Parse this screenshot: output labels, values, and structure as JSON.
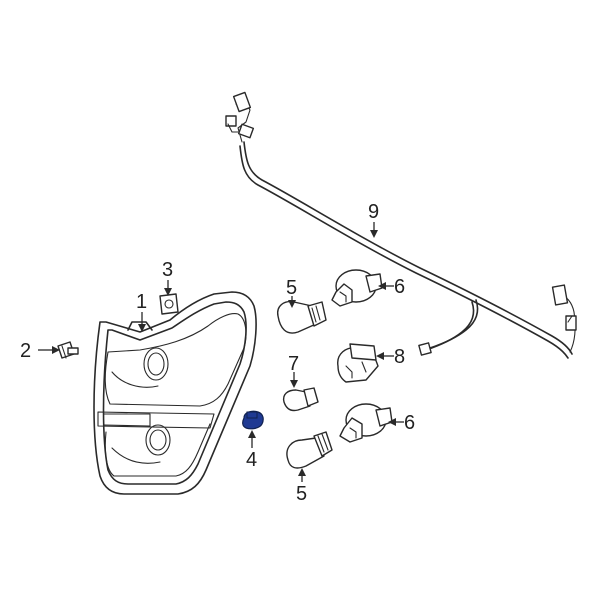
{
  "callouts": [
    {
      "id": "c1",
      "label": "1"
    },
    {
      "id": "c2",
      "label": "2"
    },
    {
      "id": "c3",
      "label": "3"
    },
    {
      "id": "c4",
      "label": "4"
    },
    {
      "id": "c5a",
      "label": "5"
    },
    {
      "id": "c5b",
      "label": "5"
    },
    {
      "id": "c6a",
      "label": "6"
    },
    {
      "id": "c6b",
      "label": "6"
    },
    {
      "id": "c7",
      "label": "7"
    },
    {
      "id": "c8",
      "label": "8"
    },
    {
      "id": "c9",
      "label": "9"
    }
  ],
  "highlight_color": "#1f3a93"
}
